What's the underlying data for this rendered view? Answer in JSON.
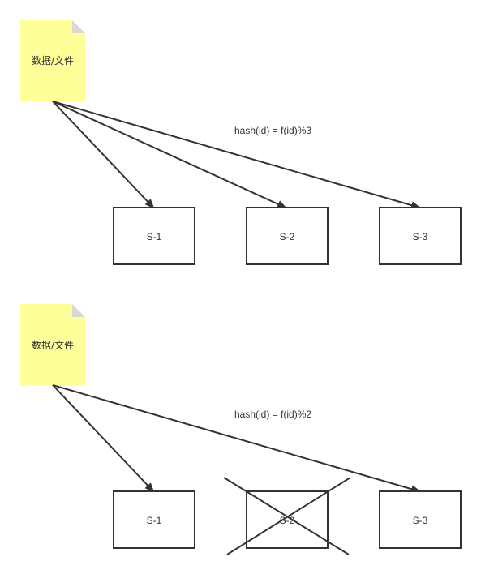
{
  "colors": {
    "doc_fill": "#ffff99",
    "doc_fold": "#d8d8d8",
    "stroke": "#333333",
    "background": "#ffffff"
  },
  "top": {
    "doc_label": "数据/文件",
    "formula": "hash(id) = f(id)%3",
    "servers": [
      "S-1",
      "S-2",
      "S-3"
    ]
  },
  "bottom": {
    "doc_label": "数据/文件",
    "formula": "hash(id) = f(id)%2",
    "servers": [
      "S-1",
      "S-2",
      "S-3"
    ],
    "removed_server": "S-2"
  }
}
